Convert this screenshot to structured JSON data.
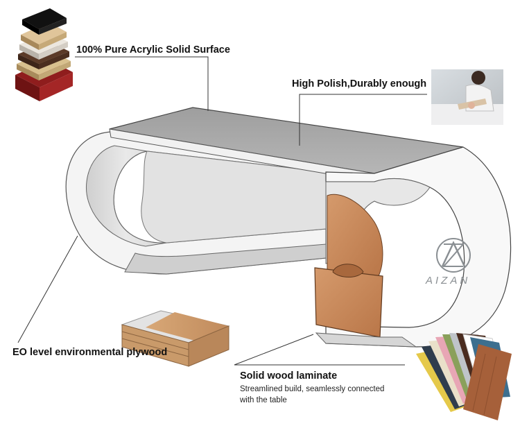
{
  "callouts": {
    "acrylic": "100% Pure Acrylic Solid Surface",
    "polish": "High Polish,Durably enough",
    "plywood": "EO level environmental plywood",
    "laminate_title": "Solid wood laminate",
    "laminate_desc_line1": "Streamlined build, seamlessly connected",
    "laminate_desc_line2": "with the table"
  },
  "brand": {
    "name": "AIZAN"
  },
  "colors": {
    "desk_white": "#f6f6f6",
    "desk_shadow": "#c9c9c9",
    "top_gray": "#a7a7a7",
    "wood": "#c98a5e",
    "leader_line": "#333333"
  }
}
